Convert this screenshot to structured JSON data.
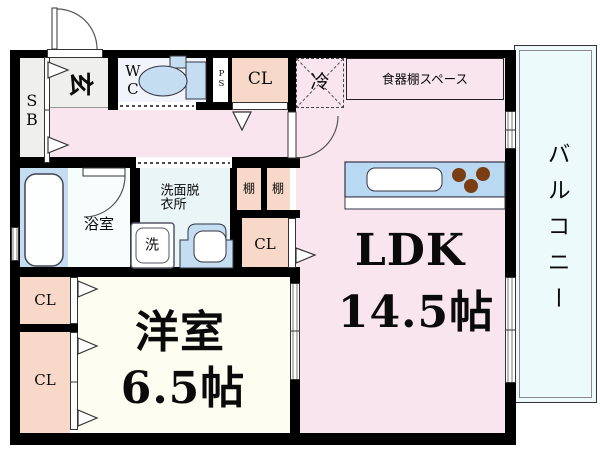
{
  "floorplan": {
    "rooms": {
      "ldk_label": "LDK",
      "ldk_size": "14.5帖",
      "western_label": "洋室",
      "western_size": "6.5帖",
      "balcony_label": "バルコニー",
      "bath_label": "浴室",
      "washroom_line1": "洗面脱",
      "washroom_line2": "衣所",
      "entrance_label": "玄",
      "shoebox_label": "SB",
      "wc_label": "WC",
      "pipe_space_label": "PS"
    },
    "features": {
      "closet_label": "CL",
      "shelf_label": "棚",
      "fridge_label": "冷",
      "cupboard_space_label": "食器棚スペース",
      "washer_label": "洗"
    },
    "colors": {
      "wall": "#000000",
      "room_pink": "#F9E5EE",
      "closet_peach": "#F8D8C8",
      "western_cream": "#FDFDF2",
      "washroom_cyan": "#E9F5F6",
      "bath_white": "#F7FCFD",
      "balcony_cyan": "#EDFAFB",
      "fixture_blue": "#C4DDF1",
      "counter_blue": "#B9D8F2",
      "burner_brown": "#7A3E12",
      "entrance_grey": "#EFEFED",
      "wc_bg": "#F1F5FB"
    }
  }
}
